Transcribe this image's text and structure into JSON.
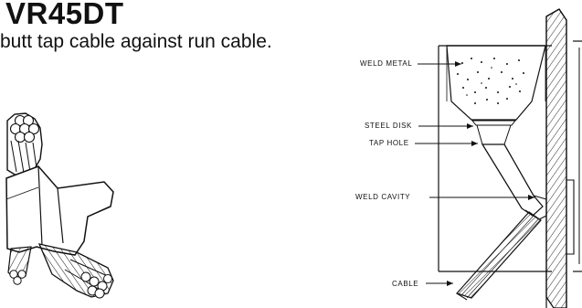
{
  "product": {
    "code": "VR45DT",
    "description": "butt tap cable against run cable."
  },
  "labels": {
    "weld_metal": "WELD METAL",
    "steel_disk": "STEEL DISK",
    "tap_hole": "TAP HOLE",
    "weld_cavity": "WELD CAVITY",
    "cable": "CABLE"
  }
}
